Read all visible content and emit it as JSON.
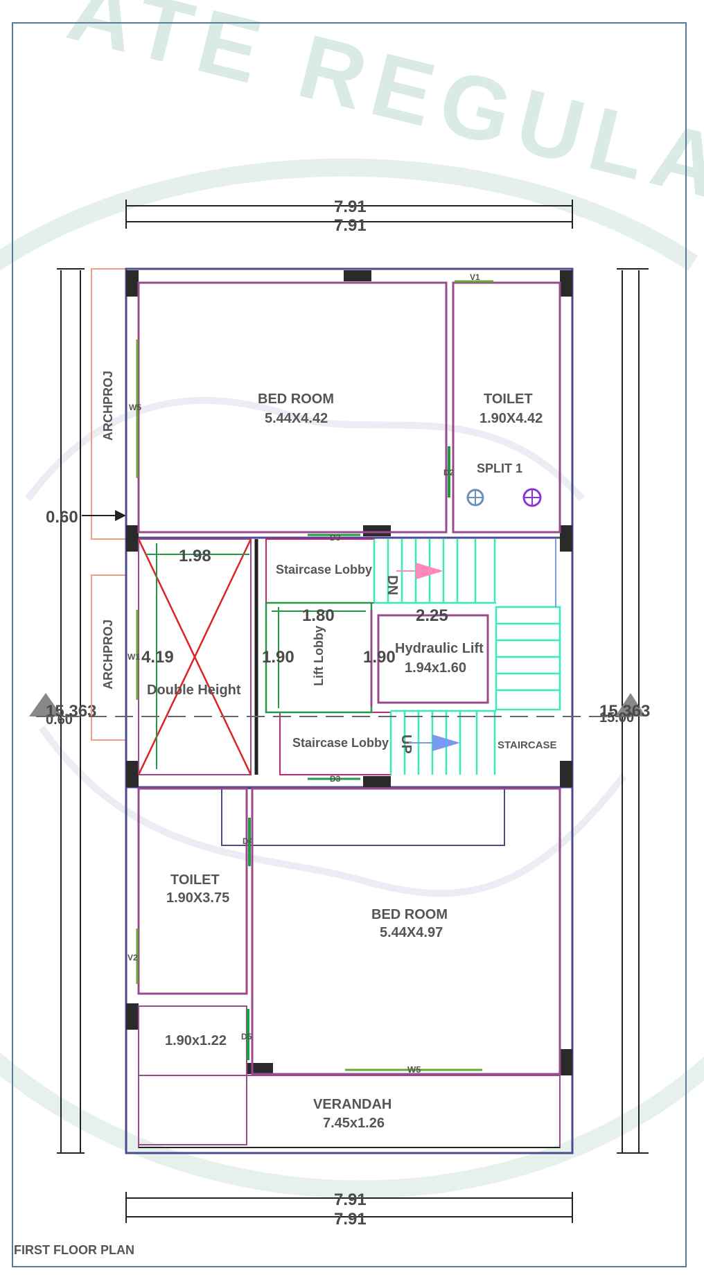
{
  "watermark": "ATE REGULA",
  "plan_title": "FIRST FLOOR PLAN",
  "rooms": {
    "bed_top_name": "BED ROOM",
    "bed_top_size": "5.44X4.42",
    "toilet_top_name": "TOILET",
    "toilet_top_size": "1.90X4.42",
    "split": "SPLIT 1",
    "stair_lobby_upper": "Staircase Lobby",
    "stair_lobby_lower": "Staircase Lobby",
    "lift_lobby": "Lift Lobby",
    "hydraulic_lift_name": "Hydraulic Lift",
    "hydraulic_lift_size": "1.94x1.60",
    "double_height": "Double Height",
    "staircase": "STAIRCASE",
    "toilet_bottom_name": "TOILET",
    "toilet_bottom_size": "1.90X3.75",
    "bed_bottom_name": "BED ROOM",
    "bed_bottom_size": "5.44X4.97",
    "small_room_size": "1.90x1.22",
    "verandah_name": "VERANDAH",
    "verandah_size": "7.45x1.26"
  },
  "stair_marks": {
    "down": "DN",
    "up": "UP"
  },
  "projections": {
    "upper": "ARCHPROJ",
    "lower": "ARCHPROJ"
  },
  "openings": {
    "v1": "V1",
    "w5_left": "W5",
    "d2": "D2",
    "d3_top": "D3",
    "w1": "W1",
    "d3_bottom": "D3",
    "d4": "D4",
    "v2": "V2",
    "d5": "D5",
    "w5_bottom": "W5"
  },
  "dimensions": {
    "top_1": "7.91",
    "top_2": "7.91",
    "bottom_1": "7.91",
    "bottom_2": "7.91",
    "proj_offset": "0.60",
    "double_height_w": "1.98",
    "double_height_h": "4.19",
    "lift_lobby_w": "1.80",
    "lift_lobby_h": "1.90",
    "lift_h": "1.90",
    "stair_w": "2.25",
    "left_overall": "15.363",
    "left_extra": "0.60",
    "right_overall": "15.363",
    "right_extra": "15.00"
  },
  "colors": {
    "wall": "#4a4a8c",
    "room": "#9a4a8a",
    "window": "#66aa33",
    "door": "#229944",
    "stair": "#33eebb",
    "cross": "#dd2222",
    "projection": "#f0a080",
    "dim_line": "#222222",
    "frame": "#5a7a9a",
    "arrow_dn": "#ff88bb",
    "arrow_up": "#7799ee",
    "column": "#2a2a2a",
    "watermark": "#d6e8e2"
  }
}
